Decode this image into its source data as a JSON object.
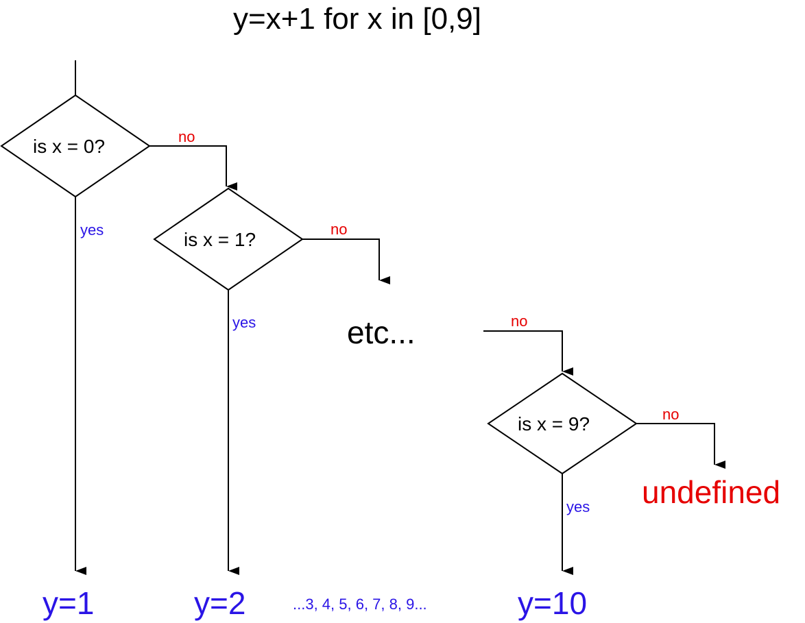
{
  "title": "y=x+1 for x in [0,9]",
  "decisions": [
    {
      "condition": "is x = 0?"
    },
    {
      "condition": "is x = 1?"
    },
    {
      "condition": "is x = 9?"
    }
  ],
  "branch_labels": {
    "no": "no",
    "yes": "yes"
  },
  "continuation": "etc...",
  "outputs": [
    "y=1",
    "y=2",
    "y=10"
  ],
  "sequence": "...3, 4, 5, 6, 7, 8, 9...",
  "undefined_label": "undefined",
  "colors": {
    "yes": "#2a14e6",
    "no": "#e60000",
    "output": "#2a14e6",
    "undefined": "#e60000",
    "stroke": "#000000"
  }
}
